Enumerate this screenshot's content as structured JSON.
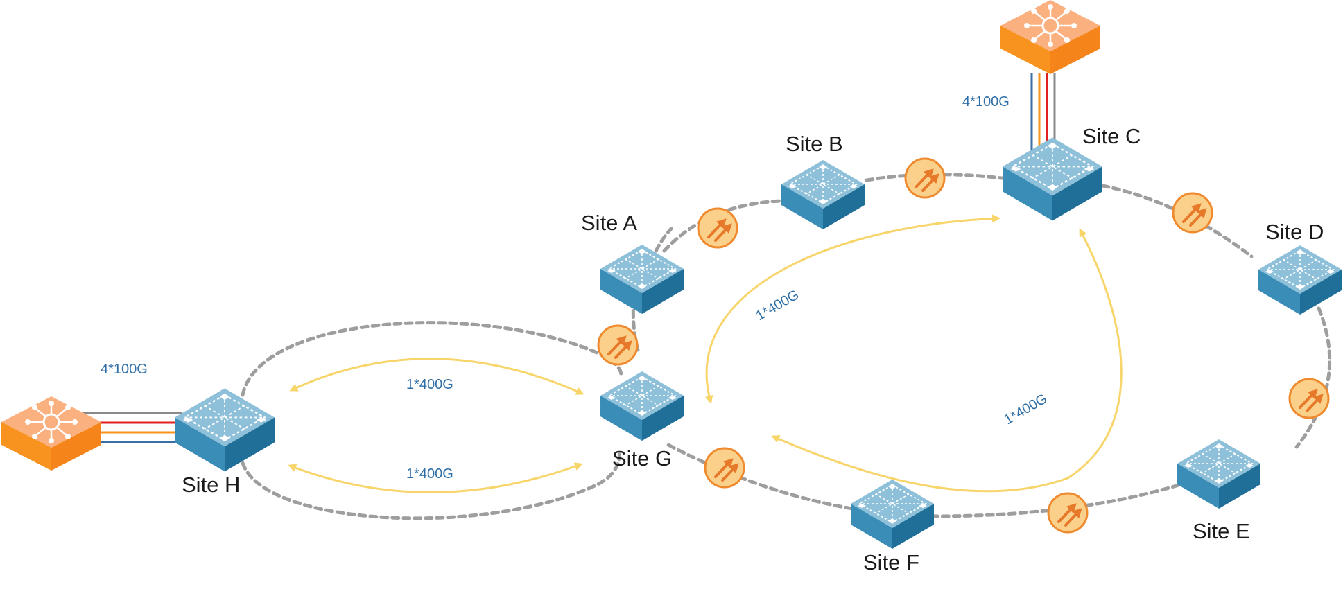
{
  "sites": [
    {
      "id": "A",
      "label": "Site A"
    },
    {
      "id": "B",
      "label": "Site B"
    },
    {
      "id": "C",
      "label": "Site C"
    },
    {
      "id": "D",
      "label": "Site D"
    },
    {
      "id": "E",
      "label": "Site E"
    },
    {
      "id": "F",
      "label": "Site F"
    },
    {
      "id": "G",
      "label": "Site G"
    },
    {
      "id": "H",
      "label": "Site H"
    }
  ],
  "links": {
    "client_c": "4*100G",
    "client_h": "4*100G",
    "h_g_upper": "1*400G",
    "h_g_lower": "1*400G",
    "g_c": "1*400G",
    "f_c": "1*400G"
  },
  "colors": {
    "switch_blue": "#3f93bd",
    "client_orange": "#f7931e",
    "amplifier": "#fbd08a",
    "ring_dash": "#9e9e9e",
    "flow_yellow": "#f7d56a",
    "label_blue": "#2f6fa7"
  },
  "icons": {
    "site_switch": "switch-icon",
    "client_router": "router-icon",
    "amplifier": "amplifier-icon"
  }
}
